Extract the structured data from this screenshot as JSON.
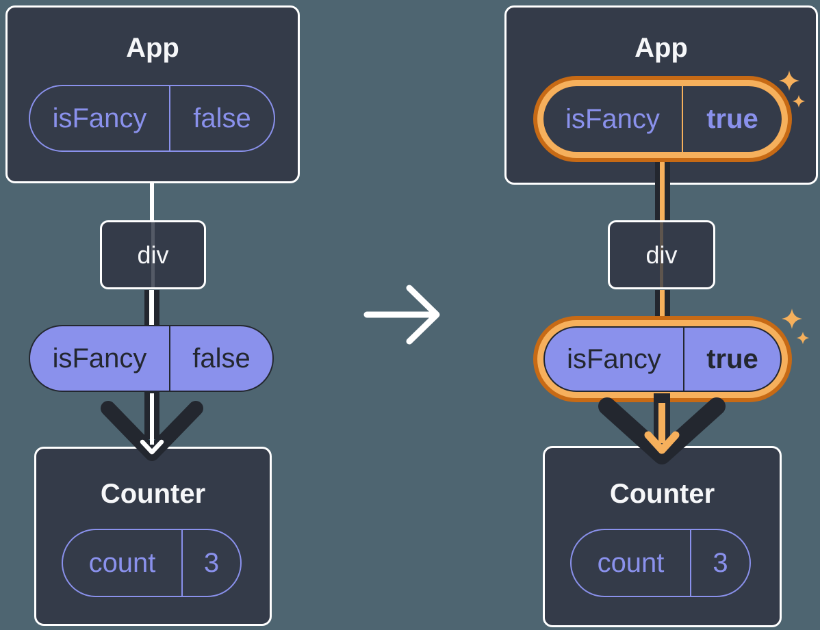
{
  "diagram": "react-state-passing-before-after",
  "panels": [
    {
      "name": "before",
      "highlighted": false,
      "app_title": "App",
      "app_state": {
        "key": "isFancy",
        "value": "false"
      },
      "div_label": "div",
      "prop": {
        "key": "isFancy",
        "value": "false"
      },
      "counter_title": "Counter",
      "counter_state": {
        "key": "count",
        "value": "3"
      }
    },
    {
      "name": "after",
      "highlighted": true,
      "app_title": "App",
      "app_state": {
        "key": "isFancy",
        "value": "true"
      },
      "div_label": "div",
      "prop": {
        "key": "isFancy",
        "value": "true"
      },
      "counter_title": "Counter",
      "counter_state": {
        "key": "count",
        "value": "3"
      }
    }
  ],
  "icons": {
    "transition": "right-arrow-icon",
    "flow": "down-arrow-icon",
    "highlight": "sparkle-icon"
  },
  "colors": {
    "background": "#4E6571",
    "card": "#343B49",
    "card_border": "#FFFFFF",
    "purple": "#8A91EC",
    "ink": "#23272F",
    "highlight_light": "#F6B05C",
    "highlight_dark": "#C76A15",
    "text": "#F6F7F9"
  }
}
